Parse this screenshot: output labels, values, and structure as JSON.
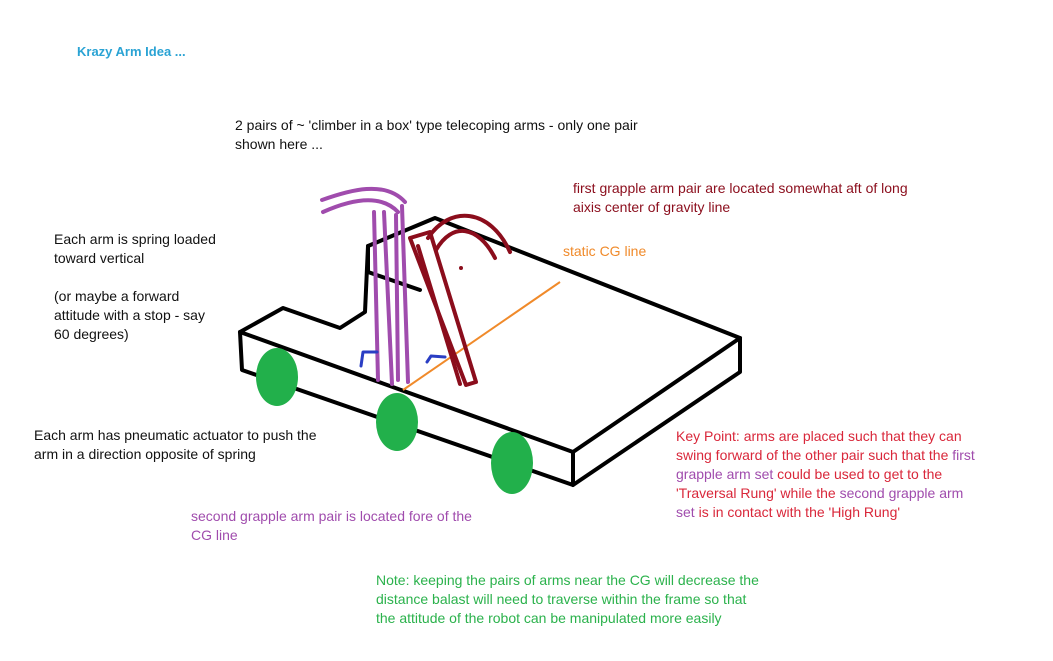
{
  "title": "Krazy Arm Idea ...",
  "notes": {
    "pairs": "2 pairs of ~ 'climber in a box' type telecoping arms - only one pair shown here ...",
    "first_grapple": "first grapple arm pair are located somewhat aft of long aixis center of gravity line",
    "static_cg": "static CG line",
    "spring": "Each arm is spring loaded toward vertical\n\n(or maybe a forward attitude with a stop - say 60 degrees)",
    "actuator": "Each arm has pneumatic actuator to push the arm in a direction opposite of spring",
    "second_grapple": "second grapple arm pair is located fore of the CG line",
    "key_point": {
      "part1": "Key Point: arms are placed such that they can swing forward of the other pair such that the ",
      "part2": "first grapple arm set",
      "part3": " could be used to get to the 'Traversal Rung' while the ",
      "part4": "second grapple arm set",
      "part5": " is in contact with the 'High Rung'"
    },
    "bottom": "Note: keeping the pairs of arms near the CG will decrease the distance balast will need to traverse within the frame so that the attitude of the robot can be manipulated more easily"
  },
  "colors": {
    "title": "#2aa3d4",
    "first_arm": "#8b0d1c",
    "second_arm": "#a04cad",
    "cg_line": "#f08a2a",
    "wheel": "#22b04b",
    "actuator": "#2a3ec4",
    "key_point": "#d9273a",
    "note_green": "#2bb24c"
  }
}
